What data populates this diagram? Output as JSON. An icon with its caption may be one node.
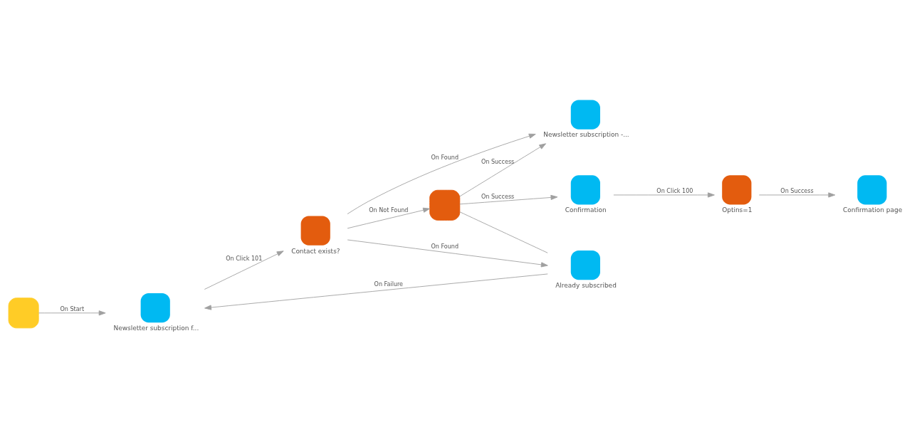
{
  "diagram": {
    "nodes": [
      {
        "text": [],
        "shape": "box"
      },
      {
        "text": [
          "Newsletter subscription f..."
        ]
      },
      {
        "text": [
          "Contact exists?"
        ]
      },
      {
        "text": [],
        "shape": "box"
      },
      {
        "text": [
          "Already subscribed"
        ]
      },
      {
        "text": [
          "Newsletter subscription -..."
        ]
      },
      {
        "text": [
          "Confirmation"
        ]
      },
      {
        "text": [
          "Optins=1"
        ]
      },
      {
        "text": [
          "Confirmation page"
        ]
      }
    ],
    "edges": [
      {
        "from": 0,
        "to": 1,
        "arrow": "to",
        "label": "On Start"
      },
      {
        "from": 1,
        "to": 2,
        "arrow": "to",
        "label": "On Click 101"
      },
      {
        "from": 2,
        "to": 3,
        "arrow": "to",
        "label": "On Not Found"
      },
      {
        "from": 2,
        "to": 4,
        "arrow": "to",
        "label": "On Found"
      },
      {
        "from": 2,
        "to": 5,
        "arrow": "to",
        "label": "On Found"
      },
      {
        "from": 3,
        "to": 5,
        "arrow": "to",
        "label": "On Success"
      },
      {
        "from": 3,
        "to": 6,
        "arrow": "to",
        "label": "On Success"
      },
      {
        "from": 6,
        "to": 7,
        "arrow": "to",
        "label": "On Click 100"
      },
      {
        "from": 7,
        "to": 8,
        "arrow": "to",
        "label": "On Success"
      },
      {
        "from": 4,
        "to": 1,
        "arrow": "to",
        "label": "On Failure"
      },
      {
        "from": 3,
        "to": 4,
        "arrow": "none"
      }
    ]
  }
}
